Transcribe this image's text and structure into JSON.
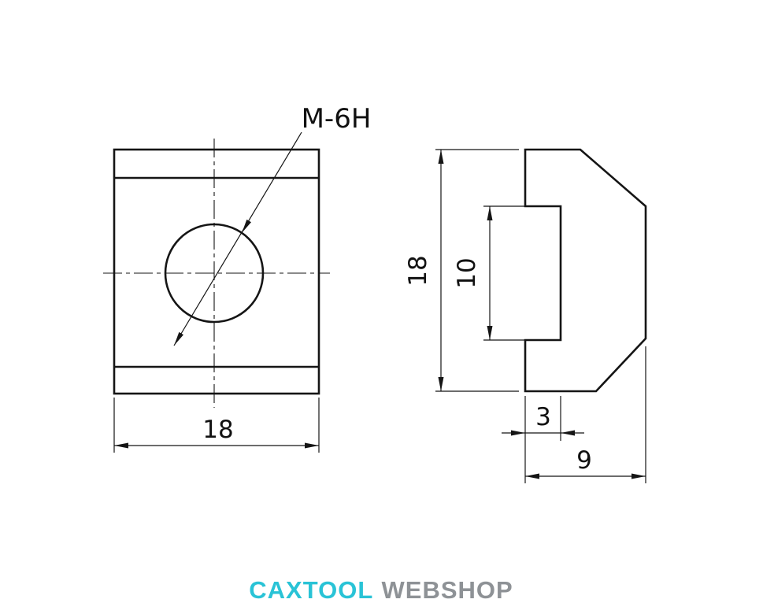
{
  "drawing": {
    "thread_label": "M-6H",
    "front_view": {
      "width_dim": "18"
    },
    "side_view": {
      "height_dim": "18",
      "slot_height_dim": "10",
      "step_depth_dim": "3",
      "depth_dim": "9"
    }
  },
  "logo": {
    "part1": "CAXTOOL",
    "part2": "WEBSHOP",
    "part1_color": "#29c3d6",
    "part2_color": "#8e9296"
  }
}
